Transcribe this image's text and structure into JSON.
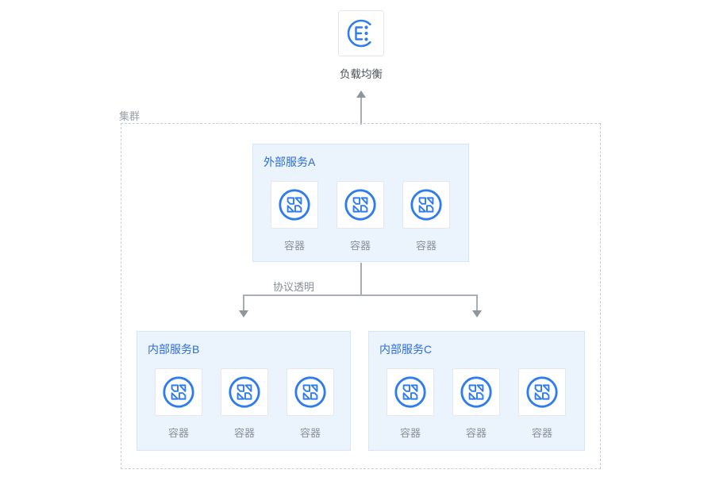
{
  "load_balancer": {
    "label": "负载均衡"
  },
  "cluster": {
    "label": "集群"
  },
  "connector": {
    "label": "协议透明"
  },
  "services": [
    {
      "id": "A",
      "title": "外部服务A",
      "containers": [
        {
          "label": "容器"
        },
        {
          "label": "容器"
        },
        {
          "label": "容器"
        }
      ]
    },
    {
      "id": "B",
      "title": "内部服务B",
      "containers": [
        {
          "label": "容器"
        },
        {
          "label": "容器"
        },
        {
          "label": "容器"
        }
      ]
    },
    {
      "id": "C",
      "title": "内部服务C",
      "containers": [
        {
          "label": "容器"
        },
        {
          "label": "容器"
        },
        {
          "label": "容器"
        }
      ]
    }
  ],
  "icons": {
    "load_balancer": "load-balancer-icon",
    "container": "container-icon"
  },
  "colors": {
    "accent_blue": "#2e7cf0",
    "title_blue": "#2b6ce2",
    "panel_bg": "#ebf3fd",
    "panel_border": "#d7e5f8",
    "card_border": "#e4e7ec",
    "line_gray": "#a9aeb5",
    "arrow_gray": "#8e959d",
    "text_dark": "#4b5259",
    "text_gray": "#9aa0a7",
    "container_label_gray": "#8b9199",
    "dashed_border": "#c7cdd3"
  }
}
